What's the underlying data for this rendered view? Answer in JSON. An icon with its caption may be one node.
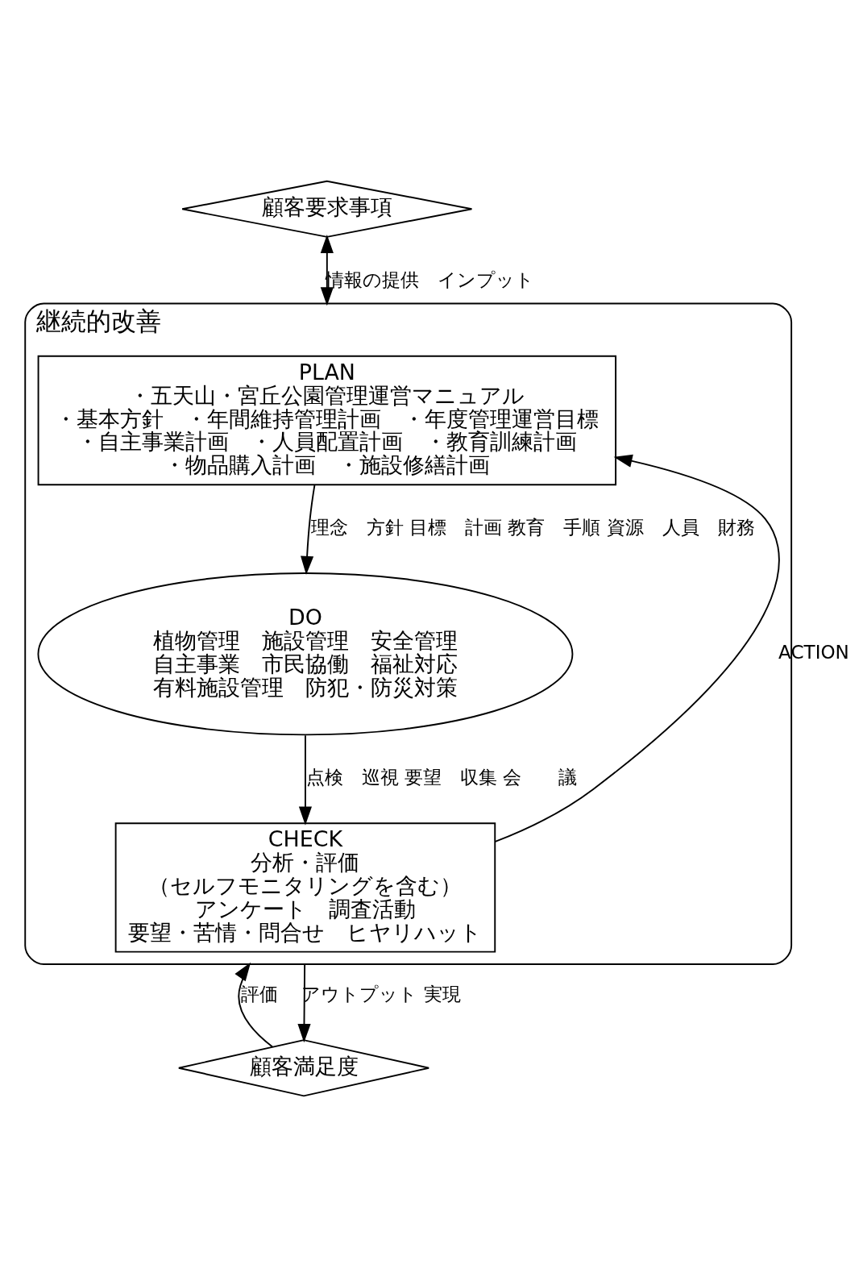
{
  "diagram": {
    "nodes": [
      {
        "text": [
          "顧客要求事項"
        ]
      },
      {
        "text": [
          "継続的改善"
        ]
      },
      {
        "text": [
          "PLAN",
          "・五天山・宮丘公園管理運営マニュアル",
          "・基本方針　・年間維持管理計画　・年度管理運営目標",
          "・自主事業計画　・人員配置計画　・教育訓練計画",
          "・物品購入計画　・施設修繕計画"
        ],
        "in": 1
      },
      {
        "text": [
          "DO",
          "植物管理　施設管理　安全管理",
          "自主事業　市民協働　福祉対応",
          "有料施設管理　防犯・防災対策"
        ],
        "in": 1
      },
      {
        "text": [
          "CHECK",
          "分析・評価",
          "（セルフモニタリングを含む）",
          "アンケート　調査活動",
          "要望・苦情・問合せ　ヒヤリハット"
        ],
        "in": 1
      },
      {
        "text": [
          "顧客満足度"
        ]
      }
    ],
    "edges": [
      {
        "from": 0,
        "to": 1,
        "arrow": "both",
        "label": "情報の提供　インプット"
      },
      {
        "from": 2,
        "to": 3,
        "arrow": "to",
        "label": "理念　方針 目標　計画 教育　手順 資源　人員　財務"
      },
      {
        "from": 3,
        "to": 4,
        "arrow": "to",
        "label": "点検　巡視 要望　収集 会　　議"
      },
      {
        "from": 4,
        "to": 2,
        "arrow": "to",
        "label": "ACTION"
      },
      {
        "from": 5,
        "to": 1,
        "arrow": "to",
        "label": "評価"
      },
      {
        "from": 1,
        "to": 5,
        "arrow": "to",
        "label": "アウトプット 実現"
      }
    ]
  }
}
